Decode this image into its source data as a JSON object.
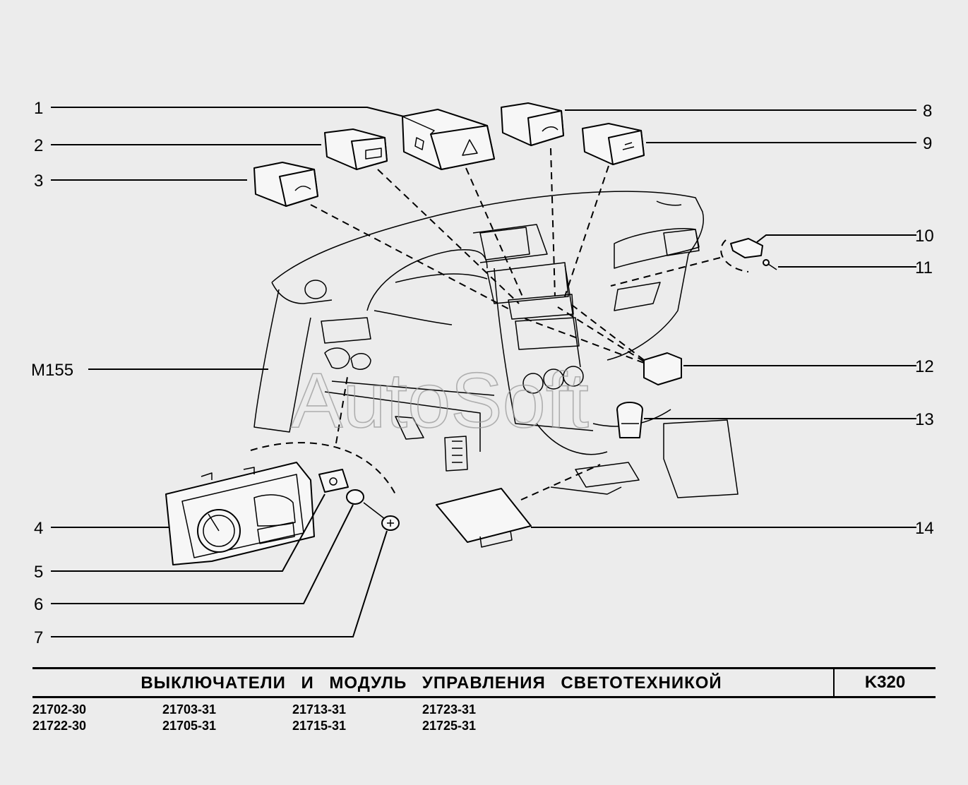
{
  "diagram": {
    "watermark": "AutoSoft",
    "callouts": {
      "c1": "1",
      "c2": "2",
      "c3": "3",
      "c4": "4",
      "c5": "5",
      "c6": "6",
      "c7": "7",
      "c8": "8",
      "c9": "9",
      "c10": "10",
      "c11": "11",
      "c12": "12",
      "c13": "13",
      "c14": "14",
      "m155": "M155"
    }
  },
  "footer": {
    "title": "ВЫКЛЮЧАТЕЛИ И МОДУЛЬ УПРАВЛЕНИЯ СВЕТОТЕХНИКОЙ",
    "code": "K320",
    "models": [
      "21702-30",
      "21703-31",
      "21713-31",
      "21723-31",
      "21722-30",
      "21705-31",
      "21715-31",
      "21725-31"
    ]
  }
}
